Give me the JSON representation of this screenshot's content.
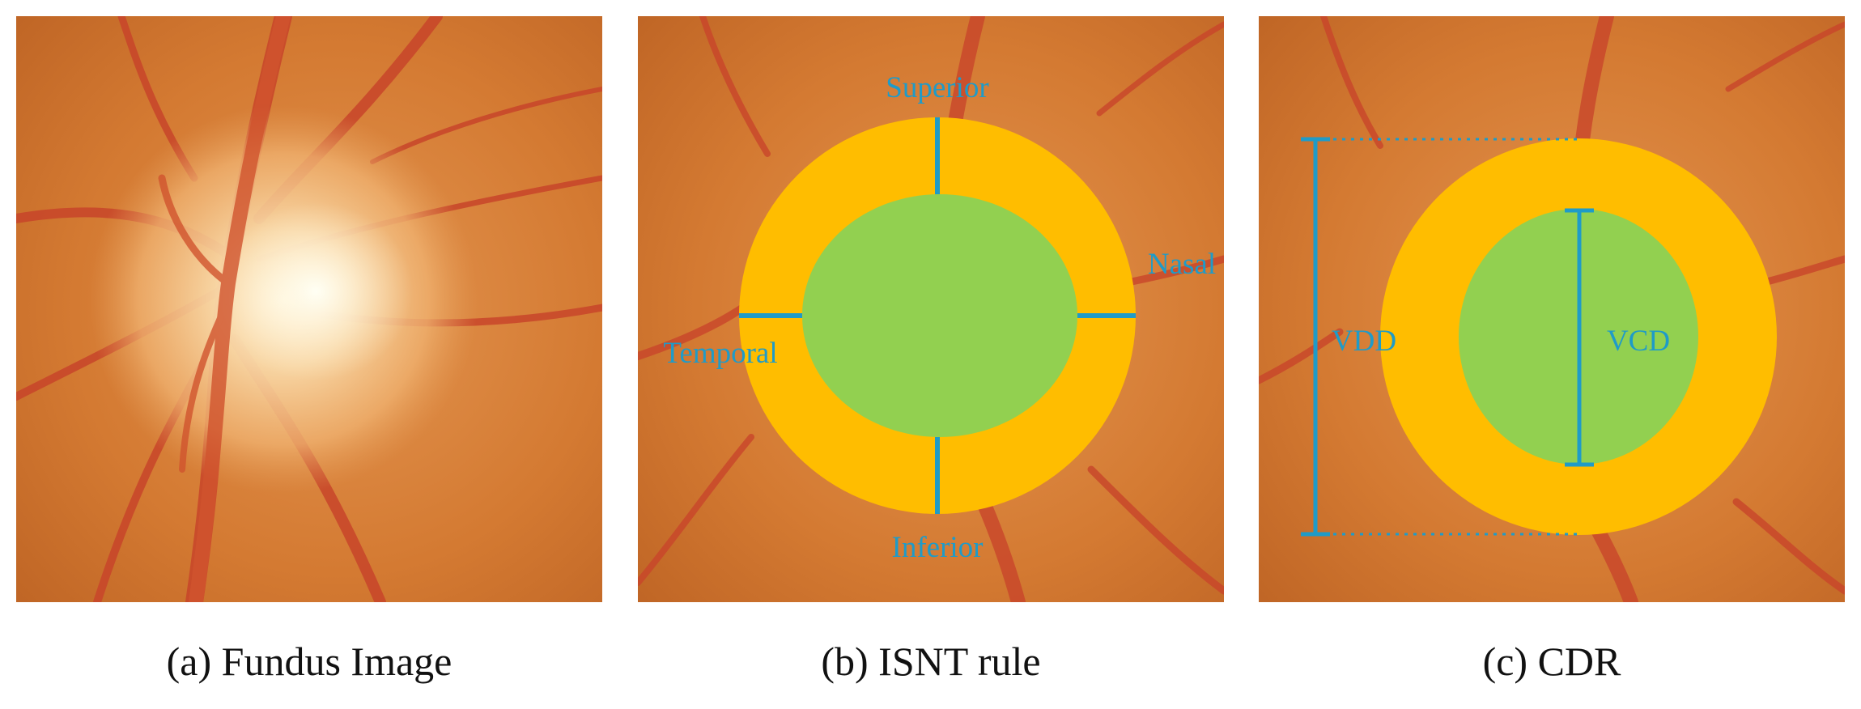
{
  "panels": [
    {
      "caption": "(a) Fundus Image"
    },
    {
      "caption": "(b) ISNT rule",
      "labels": {
        "superior": "Superior",
        "inferior": "Inferior",
        "nasal": "Nasal",
        "temporal": "Temporal"
      }
    },
    {
      "caption": "(c) CDR",
      "labels": {
        "vdd": "VDD",
        "vcd": "VCD"
      }
    }
  ],
  "colors": {
    "disc_rim": "#FFBD00",
    "cup": "#92D050",
    "annotation": "#1F9BC8",
    "fundus_background": "#D2772F"
  }
}
